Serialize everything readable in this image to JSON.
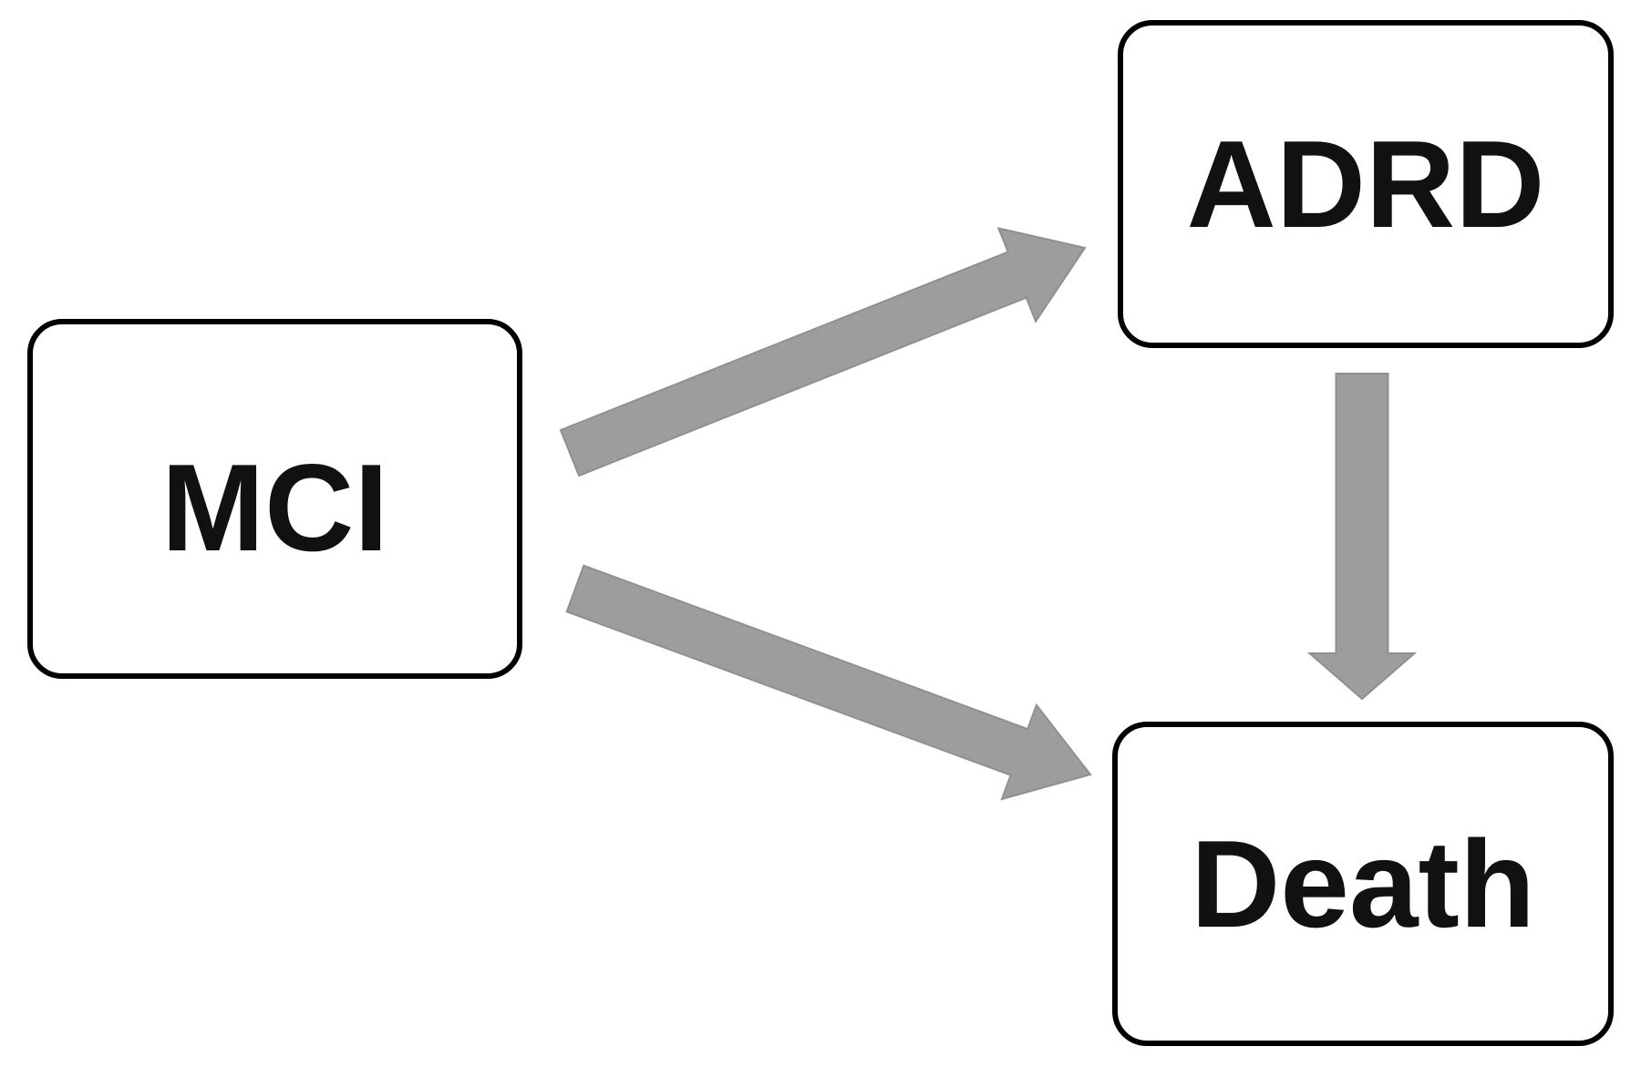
{
  "figure": {
    "type": "flow-diagram",
    "background_color": "#ffffff",
    "node_fill": "#ffffff",
    "node_border_color": "#000000",
    "node_text_color": "#111111",
    "arrow_color": "#9d9d9d",
    "arrow_edge_color": "#909090",
    "nodes": {
      "mci": {
        "label": "MCI"
      },
      "adrd": {
        "label": "ADRD"
      },
      "death": {
        "label": "Death"
      }
    },
    "edges": [
      {
        "from": "MCI",
        "to": "ADRD"
      },
      {
        "from": "MCI",
        "to": "Death"
      },
      {
        "from": "ADRD",
        "to": "Death"
      }
    ]
  }
}
